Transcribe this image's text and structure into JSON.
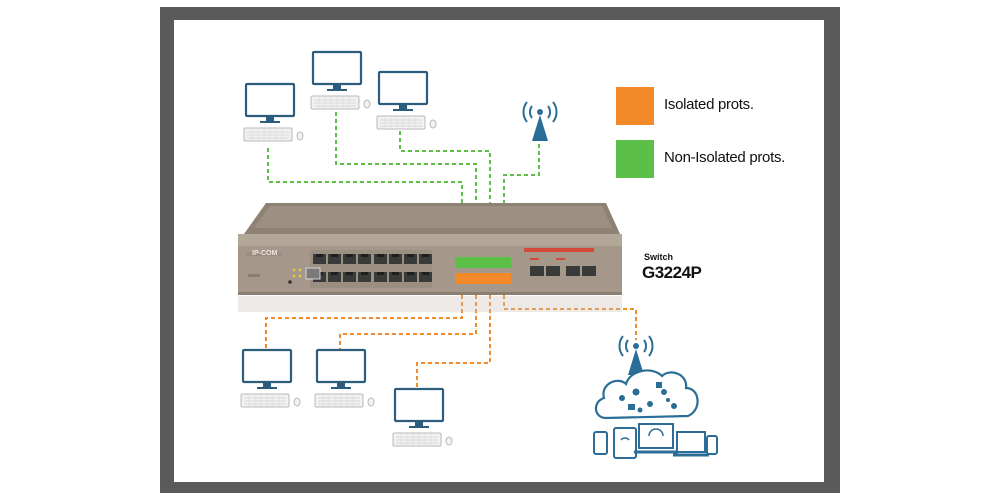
{
  "colors": {
    "frame": "#5a5a5a",
    "isolated": "#f28a2a",
    "non_isolated": "#5cbf48",
    "switch_body": "#a5988a",
    "switch_panel": "#b8ac9e",
    "screen_outline": "#2c5d7c",
    "wifi": "#2a6d96"
  },
  "legend": {
    "isolated_label": "Isolated prots.",
    "non_isolated_label": "Non-Isolated prots."
  },
  "switch": {
    "brand": "IP-COM",
    "caption": "Switch",
    "model": "G3224P"
  },
  "icons": [
    "computer-icon",
    "wifi-access-point-icon",
    "cloud-icon",
    "smartphone-icon",
    "tablet-icon",
    "laptop-icon"
  ]
}
